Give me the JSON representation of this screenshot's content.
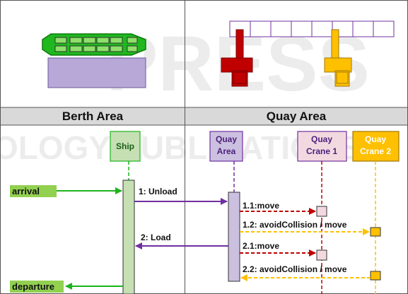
{
  "headers": {
    "left": "Berth Area",
    "right": "Quay Area"
  },
  "lifelines": {
    "ship": "Ship",
    "quay_area": [
      "Quay",
      "Area"
    ],
    "quay_crane_1": [
      "Quay",
      "Crane 1"
    ],
    "quay_crane_2": [
      "Quay",
      "Crane 2"
    ]
  },
  "external_events": {
    "arrival": "arrival",
    "departure": "departure"
  },
  "messages": {
    "unload": "1: Unload",
    "load": "2: Load",
    "move_1_1": "1.1:move",
    "avoid_1_2": "1.2: avoidCollision / move",
    "move_2_1": "2.1:move",
    "avoid_2_2": "2.2: avoidCollision / move"
  },
  "watermark": "PRESS",
  "watermark_line2": "OLOGY PUBLICATIONS",
  "colors": {
    "green": "#1db31d",
    "purple": "#7030a0",
    "red": "#c00000",
    "yellow": "#ffc000",
    "ship_fill": "#c6e0b4",
    "quay_fill": "#ccc0e0",
    "crane1_fill": "#f2d9e0",
    "crane2_fill": "#ffc000",
    "header_fill": "#d9d9d9"
  }
}
